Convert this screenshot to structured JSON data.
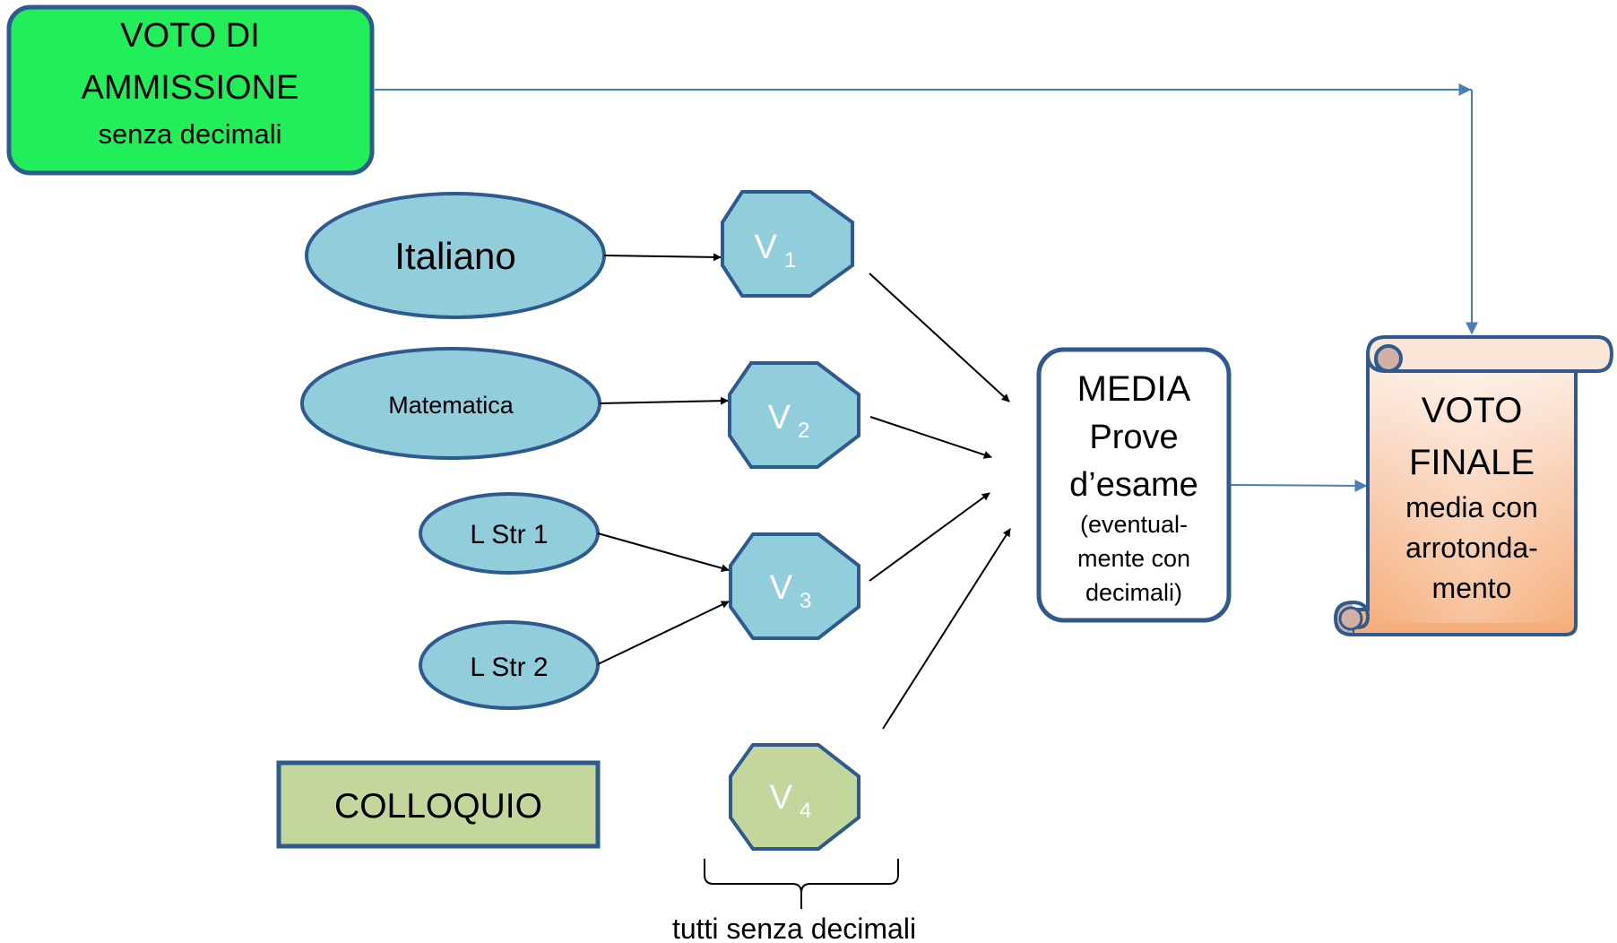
{
  "admission": {
    "line1": "VOTO DI",
    "line2": "AMMISSIONE",
    "line3": "senza decimali"
  },
  "subjects": {
    "italiano": "Italiano",
    "matematica": "Matematica",
    "lstr1": "L Str 1",
    "lstr2": "L Str 2",
    "colloquio": "COLLOQUIO"
  },
  "votes": [
    {
      "letter": "V",
      "sub": "1"
    },
    {
      "letter": "V",
      "sub": "2"
    },
    {
      "letter": "V",
      "sub": "3"
    },
    {
      "letter": "V",
      "sub": "4"
    }
  ],
  "media": {
    "line1": "MEDIA",
    "line2": "Prove",
    "line3": "d’esame",
    "line4": "(eventual-",
    "line5": "mente con",
    "line6": "decimali)"
  },
  "final": {
    "line1": "VOTO",
    "line2": "FINALE",
    "line3": "media con",
    "line4": "arrotonda-",
    "line5": "mento"
  },
  "brace_label": "tutti senza decimali",
  "colors": {
    "admission_fill": "#22ee5a",
    "stroke_blue": "#2e5a8f",
    "ellipse_fill": "#92cddc",
    "green_fill": "#c3d69b",
    "connector_blue": "#4a7ebb",
    "arrow_black": "#000000",
    "scroll_top": "#fbe5d6",
    "scroll_bottom": "#f7b07a"
  }
}
